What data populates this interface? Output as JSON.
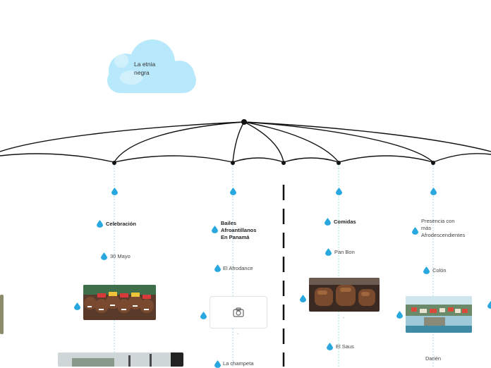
{
  "central_topic": {
    "label": "La etnia negra"
  },
  "branches": {
    "celebracion": {
      "label": "Celebración",
      "items": [
        "30 Mayo"
      ]
    },
    "bailes": {
      "label": "Bailes Afroantillanos En Panamá",
      "items": [
        "El Afrodance",
        ".",
        "La champeta"
      ]
    },
    "comidas": {
      "label": "Comidas",
      "items": [
        "Pan Bon",
        ".",
        "El Saus"
      ]
    },
    "presencia": {
      "label": "Presencia con más Afrodescendientes",
      "items": [
        "Colón",
        "Darién"
      ]
    }
  },
  "icons": {
    "drop": "water-drop-icon",
    "camera": "camera-icon"
  },
  "colors": {
    "cloud": "#b8e8fb",
    "drop": "#29a8e0",
    "line": "#111111",
    "dotted": "#a8dcf2"
  }
}
